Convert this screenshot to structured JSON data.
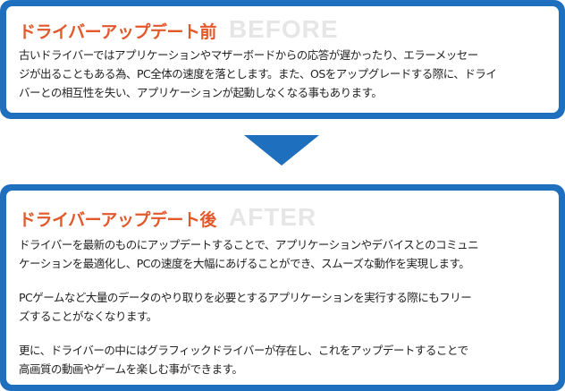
{
  "before": {
    "title": "ドライバーアップデート前",
    "label": "BEFORE",
    "lines": [
      "古いドライバーではアプリケーションやマザーボードからの応答が遅かったり、エラーメッセー",
      "ジが出ることもある為、PC全体の速度を落とします。また、OSをアップグレードする際に、ドライ",
      "バーとの相互性を失い、アプリケーションが起動しなくなる事もあります。"
    ]
  },
  "after": {
    "title": "ドライバーアップデート後",
    "label": "AFTER",
    "paragraphs": [
      [
        "ドライバーを最新のものにアップデートすることで、アプリケーションやデバイスとのコミュニ",
        "ケーションを最適化し、PCの速度を大幅にあげることができ、スムーズな動作を実現します。"
      ],
      [
        "PCゲームなど大量のデータのやり取りを必要とするアプリケーションを実行する際にもフリー",
        "ズすることがなくなります。"
      ],
      [
        "更に、ドライバーの中にはグラフィックドライバーが存在し、これをアップデートすることで",
        "高画質の動画やゲームを楽しむ事ができます。"
      ]
    ]
  }
}
